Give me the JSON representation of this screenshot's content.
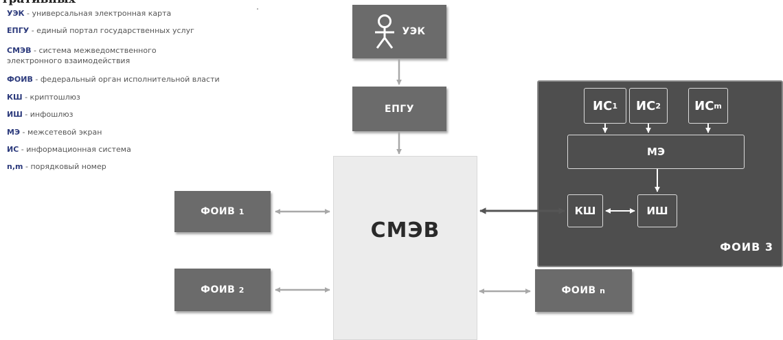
{
  "heading_fragment": "тративных",
  "legend": [
    {
      "term": "УЭК",
      "desc": " - универсальная электронная карта"
    },
    {
      "term": "ЕПГУ",
      "desc": " - единый портал государственных услуг"
    },
    {
      "term": "СМЭВ",
      "desc": " - система межведомственного",
      "desc2": "электронного взаимодействия"
    },
    {
      "term": "ФОИВ",
      "desc": " - федеральный орган исполнительной власти"
    },
    {
      "term": "КШ",
      "desc": " - криптошлюз"
    },
    {
      "term": "ИШ",
      "desc": " - инфошлюз"
    },
    {
      "term": "МЭ",
      "desc": " - межсетевой экран"
    },
    {
      "term": "ИС",
      "desc": " - информационная система"
    },
    {
      "term": "n,m",
      "desc": " - порядковый номер"
    }
  ],
  "nodes": {
    "uek": "УЭК",
    "epgu": "ЕПГУ",
    "smev": "СМЭВ",
    "foiv1": {
      "name": "ФОИВ",
      "num": "1"
    },
    "foiv2": {
      "name": "ФОИВ",
      "num": "2"
    },
    "foivn": {
      "name": "ФОИВ",
      "num": "n"
    },
    "foiv3": "ФОИВ 3",
    "is1": {
      "name": "ИС",
      "num": "1"
    },
    "is2": {
      "name": "ИС",
      "num": "2"
    },
    "ism": {
      "name": "ИС",
      "num": "m"
    },
    "me": "МЭ",
    "ksh": "КШ",
    "ish": "ИШ",
    "ellipsis": "..."
  },
  "icons": {
    "uek": "person-icon"
  },
  "colors": {
    "box_fill": "#6b6b6b",
    "foiv3_fill": "#4e4e4e",
    "smev_fill": "#ececec",
    "legend_term": "#2c3a7c",
    "arrow_light": "#a8a8a8",
    "arrow_dark": "#555555"
  }
}
